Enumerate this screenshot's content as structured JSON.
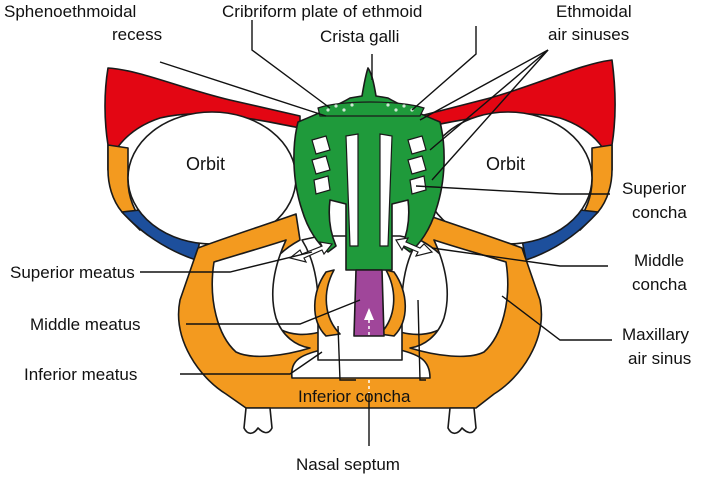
{
  "diagram": {
    "colors": {
      "red": "#e30613",
      "orange": "#f39a1f",
      "light_orange": "#f7a84a",
      "blue": "#1d4f9c",
      "green": "#1f9a3b",
      "purple": "#a0469a",
      "white": "#ffffff"
    },
    "labels": {
      "sphenoethmoidal_recess_line1": "Sphenoethmoidal",
      "sphenoethmoidal_recess_line2": "recess",
      "cribriform_plate": "Cribriform plate of ethmoid",
      "crista_galli": "Crista galli",
      "ethmoidal_air_sinuses_line1": "Ethmoidal",
      "ethmoidal_air_sinuses_line2": "air sinuses",
      "orbit_left": "Orbit",
      "orbit_right": "Orbit",
      "superior_concha_line1": "Superior",
      "superior_concha_line2": "concha",
      "superior_meatus": "Superior meatus",
      "middle_concha_line1": "Middle",
      "middle_concha_line2": "concha",
      "middle_meatus": "Middle meatus",
      "maxillary_air_sinus_line1": "Maxillary",
      "maxillary_air_sinus_line2": "air sinus",
      "inferior_meatus": "Inferior meatus",
      "inferior_concha": "Inferior concha",
      "nasal_septum": "Nasal septum"
    }
  }
}
